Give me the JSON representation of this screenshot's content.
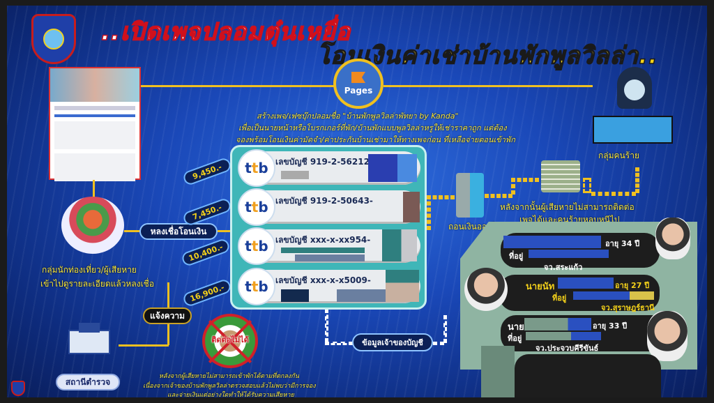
{
  "title": {
    "line1": "..เปิดเพจปลอมตุ๋นเหยื่อ",
    "line2": "โอนเงินค่าเช่าบ้านพักพูลวิลล่า.."
  },
  "pages": {
    "label": "Pages"
  },
  "description": [
    "สร้างเพจ/เฟซบุ๊กปลอมชื่อ \"บ้านพักพูลวิลล่าพัทยา by Kanda\"",
    "เพื่อเป็นนายหน้าหรือโบรกเกอร์ที่พัก/บ้านพักแบบพูลวิลล่าหรูให้เช่าราคาถูก แต่ต้อง",
    "จองพร้อมโอนเงินค่ามัดจำ/ค่าประกันบ้านเช่ามาให้ทางเพจก่อน ที่เหลือจ่ายตอนเข้าพัก"
  ],
  "criminals": {
    "label": "กลุ่มคนร้าย"
  },
  "accounts": [
    {
      "amount": "9,450.-",
      "bank": "ttb",
      "number": "เลขบัญชี 919-2-56212-"
    },
    {
      "amount": "7,450.-",
      "bank": "ttb",
      "number": "เลขบัญชี 919-2-50643-"
    },
    {
      "amount": "10,400.-",
      "bank": "ttb",
      "number": "เลขบัญชี xxx-x-xx954-"
    },
    {
      "amount": "16,900.-",
      "bank": "ttb",
      "number": "เลขบัญชี xxx-x-x5009-"
    }
  ],
  "victims": {
    "action": "หลงเชื่อโอนเงิน",
    "caption": [
      "กลุ่มนักท่องเที่ยว/ผู้เสียหาย",
      "เข้าไปดูรายละเอียดแล้วหลงเชื่อ"
    ]
  },
  "withdraw": {
    "label": "ถอนเงินออกไป",
    "caption": [
      "หลังจากนั้นผู้เสียหายไม่สามารถติดต่อ",
      "เพจได้และคนร้ายหลบหนีไป"
    ]
  },
  "suspects": [
    {
      "name": "",
      "age": "อายุ 34 ปี",
      "address_label": "ที่อยู่",
      "province": "จว.สระแก้ว"
    },
    {
      "name": "นายนัท",
      "age": "อายุ 27 ปี",
      "address_label": "ที่อยู่",
      "province": "จว.สุราษฎร์ธานี"
    },
    {
      "name": "นาย",
      "age": "อายุ 33 ปี",
      "address_label": "ที่อยู่",
      "province": "จว.ประจวบคีรีขันธ์"
    }
  ],
  "report": {
    "label": "แจ้งความ"
  },
  "house": {
    "stamp": "ติดต่อไม่ได้",
    "caption": [
      "หลังจากผู้เสียหายไม่สามารถเข้าพักได้ตามที่ตกลงกัน",
      "เนื่องจากเจ้าของบ้านพักพูลวิลล่าตรวจสอบแล้วไม่พบว่ามีการจอง",
      "และจ่ายเงินแต่อย่างใดทำให้ได้รับความเสียหาย"
    ]
  },
  "station": {
    "label": "สถานีตำรวจ"
  },
  "owner_info": {
    "label": "ข้อมูลเจ้าของบัญชี"
  },
  "colors": {
    "accent": "#f0c020",
    "panel": "#3fb6b8",
    "bg": "#1a48b8"
  }
}
